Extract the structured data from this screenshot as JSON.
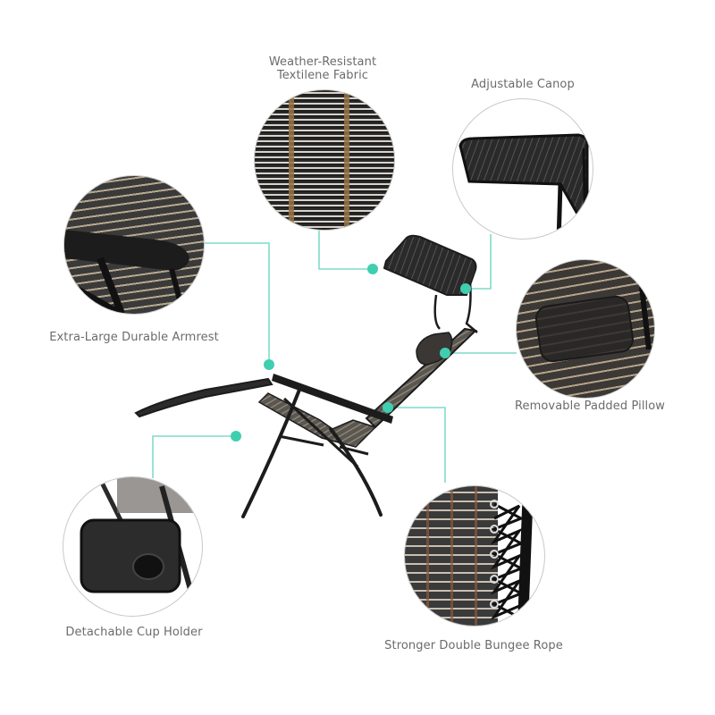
{
  "colors": {
    "accent": "#3fcfb0",
    "accent_line": "#7fdcc8",
    "label_text": "#6b6b6b",
    "circle_border": "#c9c9c9",
    "frame": "#1c1c1c",
    "fabric_dark": "#3a3a3a",
    "fabric_stripe": "#b9a48a"
  },
  "features": [
    {
      "id": "fabric",
      "label_line1": "Weather-Resistant",
      "label_line2": "Textilene Fabric"
    },
    {
      "id": "canopy",
      "label": "Adjustable Canop"
    },
    {
      "id": "armrest",
      "label": "Extra-Large Durable Armrest"
    },
    {
      "id": "pillow",
      "label": "Removable Padded Pillow"
    },
    {
      "id": "cupholder",
      "label": "Detachable Cup Holder"
    },
    {
      "id": "bungee",
      "label": "Stronger Double Bungee Rope"
    }
  ]
}
